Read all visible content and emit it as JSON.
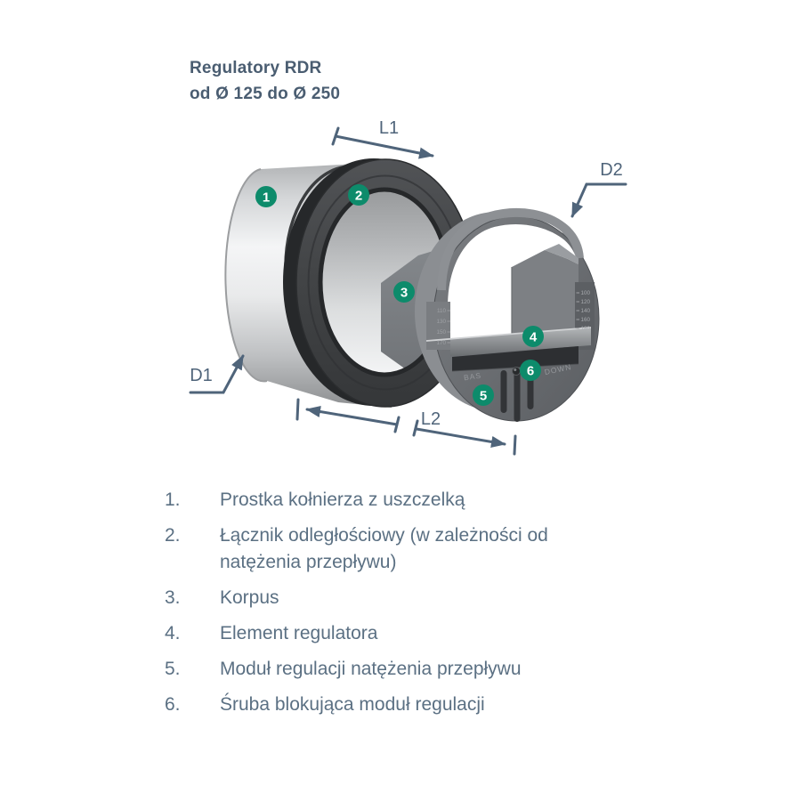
{
  "title": {
    "line1": "Regulatory RDR",
    "line2": "od Ø 125 do Ø 250"
  },
  "diagram": {
    "dims": {
      "l1": "L1",
      "l2": "L2",
      "d1": "D1",
      "d2": "D2"
    },
    "markers": [
      {
        "label": "1"
      },
      {
        "label": "2"
      },
      {
        "label": "3"
      },
      {
        "label": "4"
      },
      {
        "label": "5"
      },
      {
        "label": "6"
      }
    ],
    "disc": {
      "left_scale": [
        "110",
        "130",
        "150",
        "170"
      ],
      "right_scale": [
        "100",
        "120",
        "140",
        "160",
        "180"
      ],
      "bas": "BAS",
      "down": "DOWN"
    }
  },
  "parts": {
    "items": [
      {
        "num": "1.",
        "text": "Prostka kołnierza z uszczelką"
      },
      {
        "num": "2.",
        "text": "Łącznik odległościowy (w zależności od natężenia przepływu)"
      },
      {
        "num": "3.",
        "text": "Korpus"
      },
      {
        "num": "4.",
        "text": "Element regulatora"
      },
      {
        "num": "5.",
        "text": "Moduł regulacji natężenia przepływu"
      },
      {
        "num": "6.",
        "text": "Śruba blokująca moduł regulacji"
      }
    ]
  },
  "colors": {
    "marker_green": "#0d8b6b",
    "slate_arrow": "#4f647a",
    "title_slate": "#4a5d71",
    "list_slate": "#5b7083"
  }
}
